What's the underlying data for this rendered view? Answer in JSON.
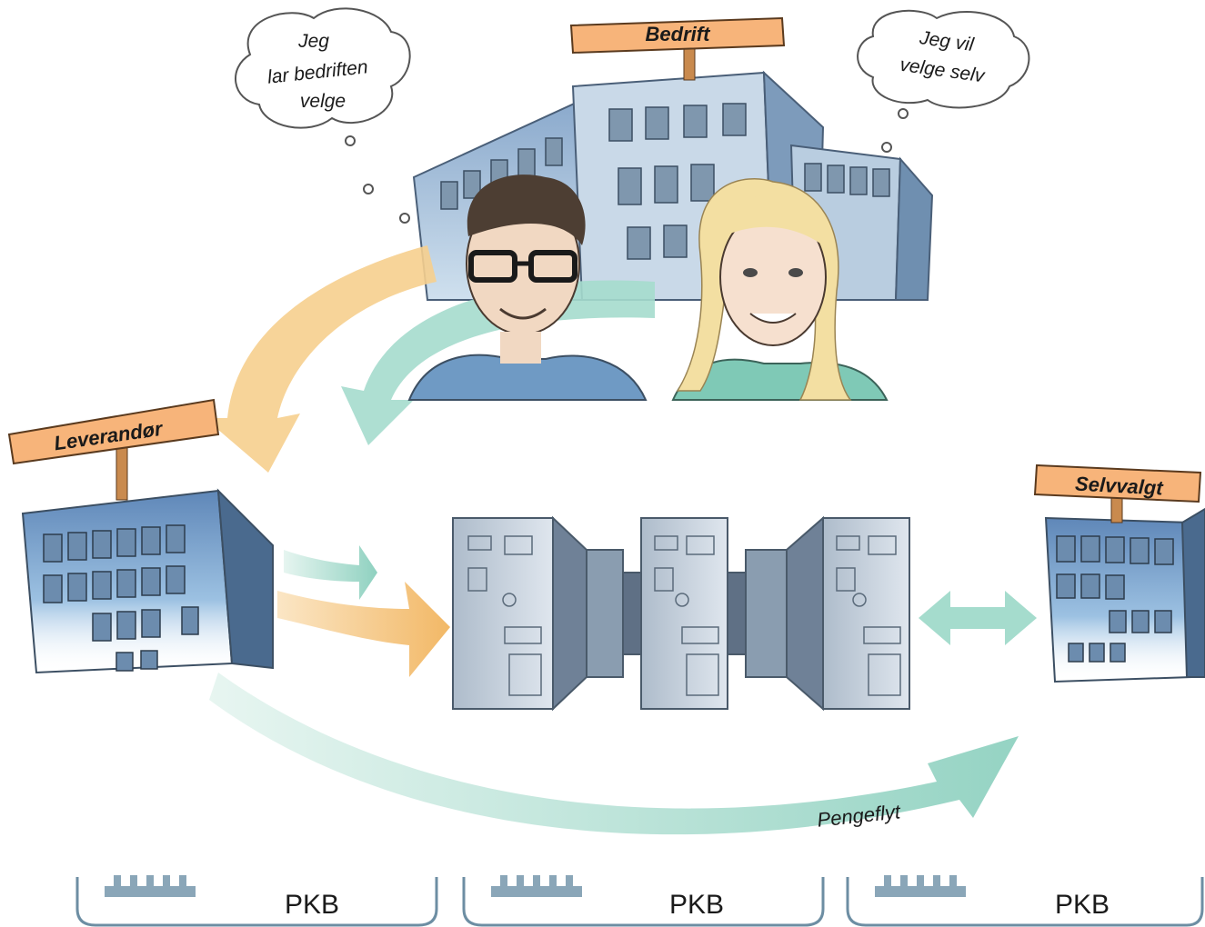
{
  "signs": {
    "bedrift": "Bedrift",
    "leverandor": "Leverandør",
    "selvvalgt": "Selvvalgt"
  },
  "thoughts": {
    "left": [
      "Jeg",
      "lar bedriften",
      "velge"
    ],
    "right": [
      "Jeg vil",
      "velge selv"
    ]
  },
  "flow_label": "Pengeflyt",
  "cards": [
    {
      "label": "PKB"
    },
    {
      "label": "PKB"
    },
    {
      "label": "PKB"
    }
  ],
  "colors": {
    "orange_arrow": "#f4c67e",
    "teal_arrow": "#9fd8c9",
    "building_blue": "#8fb3d6",
    "building_dark": "#5a7c9c",
    "sign_orange": "#f7b47a",
    "card_border": "#6d8ea3",
    "card_icon": "#8aa6b8"
  }
}
